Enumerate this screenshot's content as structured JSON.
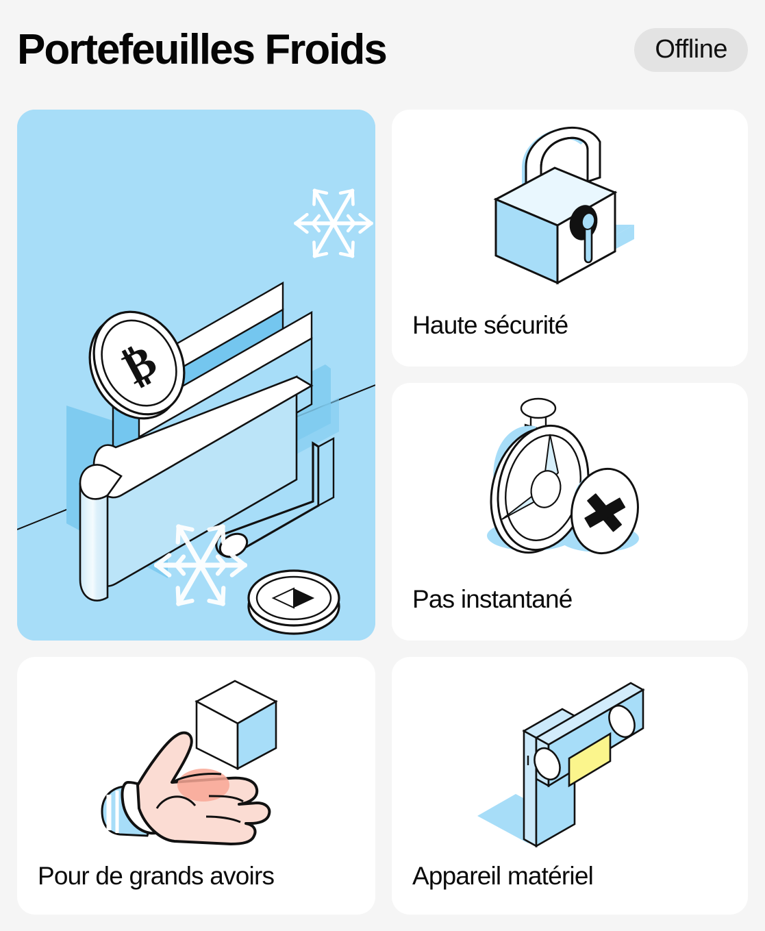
{
  "header": {
    "title": "Portefeuilles Froids",
    "status_badge": "Offline"
  },
  "theme": {
    "page_background": "#F5F5F5",
    "card_background": "#FFFFFF",
    "hero_background": "#A7DDF8",
    "accent_blue": "#A7DDF8",
    "accent_blue_deep": "#74C6EF",
    "badge_background": "#E3E3E3",
    "text_color": "#0A0A0A",
    "outline": "#111111",
    "screen_yellow": "#FBF58C",
    "skin": "#FBDCD3",
    "skin_shade": "#F8A795"
  },
  "hero": {
    "name": "cold-wallet-illustration",
    "icon": "wallet-icon",
    "elements": [
      "bitcoin-coin",
      "ethereum-coin",
      "snowflake",
      "snowflake",
      "wallet"
    ]
  },
  "cards": [
    {
      "id": "high-security",
      "label": "Haute sécurité",
      "icon": "padlock-icon"
    },
    {
      "id": "not-instant",
      "label": "Pas instantané",
      "icon": "stopwatch-icon"
    },
    {
      "id": "large-holdings",
      "label": "Pour de grands avoirs",
      "icon": "hand-holding-cube-icon"
    },
    {
      "id": "hardware-device",
      "label": "Appareil matériel",
      "icon": "hardware-device-icon"
    }
  ]
}
